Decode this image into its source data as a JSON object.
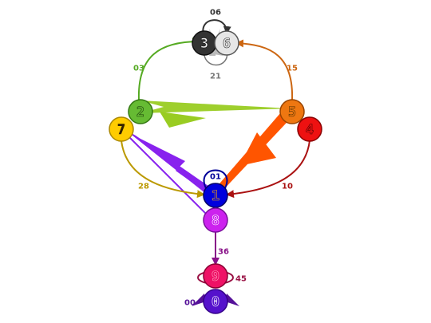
{
  "nodes": [
    {
      "id": "n3",
      "label": "3",
      "fill": "#333333",
      "stroke": "#111111",
      "text": "#eeeeee"
    },
    {
      "id": "n6",
      "label": "6",
      "fill": "#e6e6e6",
      "stroke": "#555555",
      "text": "#333333"
    },
    {
      "id": "n2",
      "label": "2",
      "fill": "#66bb33",
      "stroke": "#337711",
      "text": "#1a3d0a"
    },
    {
      "id": "n5",
      "label": "5",
      "fill": "#ee7711",
      "stroke": "#994400",
      "text": "#553300"
    },
    {
      "id": "n7",
      "label": "7",
      "fill": "#ffcc00",
      "stroke": "#aa8800",
      "text": "#332200"
    },
    {
      "id": "n4",
      "label": "4",
      "fill": "#ee1111",
      "stroke": "#880000",
      "text": "#440000"
    },
    {
      "id": "n1",
      "label": "1",
      "fill": "#0000dd",
      "stroke": "#000066",
      "text": "#ffaa00"
    },
    {
      "id": "n8",
      "label": "8",
      "fill": "#cc22ee",
      "stroke": "#771199",
      "text": "#ffffff"
    },
    {
      "id": "n9",
      "label": "9",
      "fill": "#ee1166",
      "stroke": "#880033",
      "text": "#ff99bb"
    },
    {
      "id": "n0",
      "label": "0",
      "fill": "#5511cc",
      "stroke": "#330088",
      "text": "#ffffff"
    }
  ],
  "edges": [
    {
      "id": "e06",
      "label": "06",
      "color": "#333333"
    },
    {
      "id": "e21",
      "label": "21",
      "color": "#777777"
    },
    {
      "id": "e03",
      "label": "03",
      "color": "#55aa22"
    },
    {
      "id": "e15",
      "label": "15",
      "color": "#cc6611"
    },
    {
      "id": "e28",
      "label": "28",
      "color": "#bb9900"
    },
    {
      "id": "e10",
      "label": "10",
      "color": "#aa1111"
    },
    {
      "id": "e01",
      "label": "01",
      "color": "#000099"
    },
    {
      "id": "e36",
      "label": "36",
      "color": "#881188"
    },
    {
      "id": "e45",
      "label": "45",
      "color": "#991144"
    },
    {
      "id": "e00",
      "label": "00",
      "color": "#551199"
    }
  ],
  "colors": {
    "wedge_2_5": "#99cc22",
    "wedge_5_1": "#ff5500",
    "wedge_7_1": "#8822ee",
    "wedge_3_6": "#bbbbbb"
  }
}
